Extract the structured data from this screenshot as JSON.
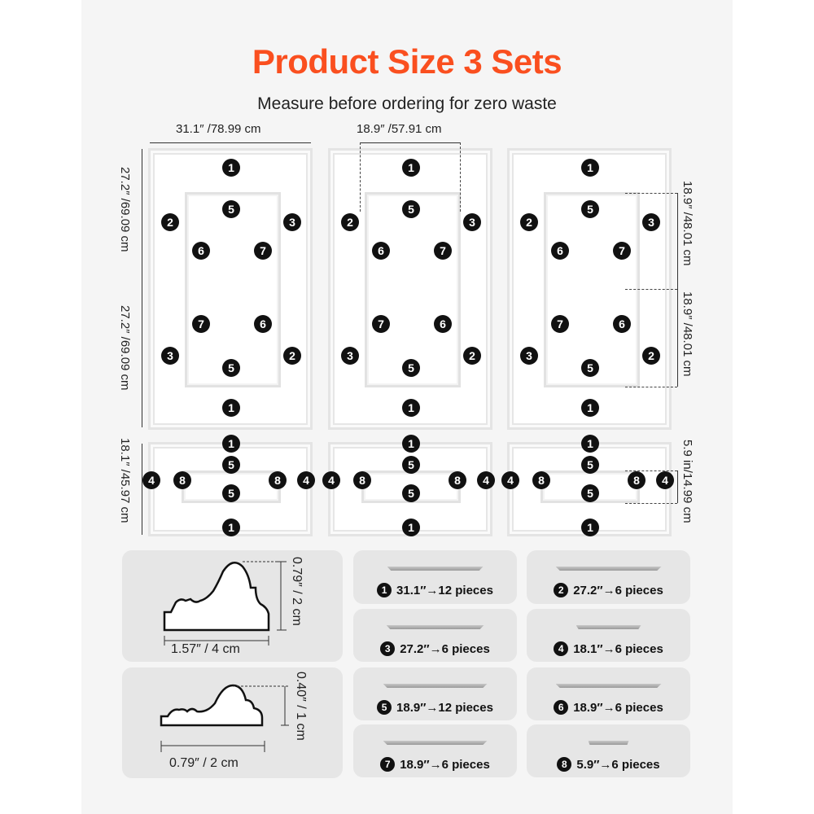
{
  "title": "Product Size  3 Sets",
  "subtitle": "Measure before ordering for zero waste",
  "dimensions": {
    "top_width": "31.1″ /78.99 cm",
    "inner_width": "18.9″ /57.91 cm",
    "left_upper": "27.2″ /69.09 cm",
    "left_lower": "27.2″ /69.09 cm",
    "left_short": "18.1″ /45.97 cm",
    "right_upper": "18.9″ /48.01 cm",
    "right_lower": "18.9″ /48.01 cm",
    "right_short": "5.9 in/14.99 cm"
  },
  "tall_badges": [
    "1",
    "5",
    "2",
    "3",
    "6",
    "7",
    "7",
    "6",
    "3",
    "2",
    "5",
    "1"
  ],
  "short_badges": [
    "1",
    "5",
    "4",
    "8",
    "5",
    "8",
    "4",
    "1"
  ],
  "profiles": [
    {
      "width": "1.57″ / 4 cm",
      "height": "0.79″ / 2 cm"
    },
    {
      "width": "0.79″ / 2 cm",
      "height": "0.40″ / 1 cm"
    }
  ],
  "pieces": [
    {
      "num": "1",
      "text": "31.1″→12 pieces"
    },
    {
      "num": "2",
      "text": "27.2″→6 pieces"
    },
    {
      "num": "3",
      "text": "27.2″→6 pieces"
    },
    {
      "num": "4",
      "text": "18.1″→6 pieces"
    },
    {
      "num": "5",
      "text": "18.9″→12 pieces"
    },
    {
      "num": "6",
      "text": "18.9″→6 pieces"
    },
    {
      "num": "7",
      "text": "18.9″→6 pieces"
    },
    {
      "num": "8",
      "text": "5.9″→6 pieces"
    }
  ],
  "colors": {
    "title": "#fa4f1f",
    "badge": "#111111",
    "card": "#e6e6e6"
  }
}
